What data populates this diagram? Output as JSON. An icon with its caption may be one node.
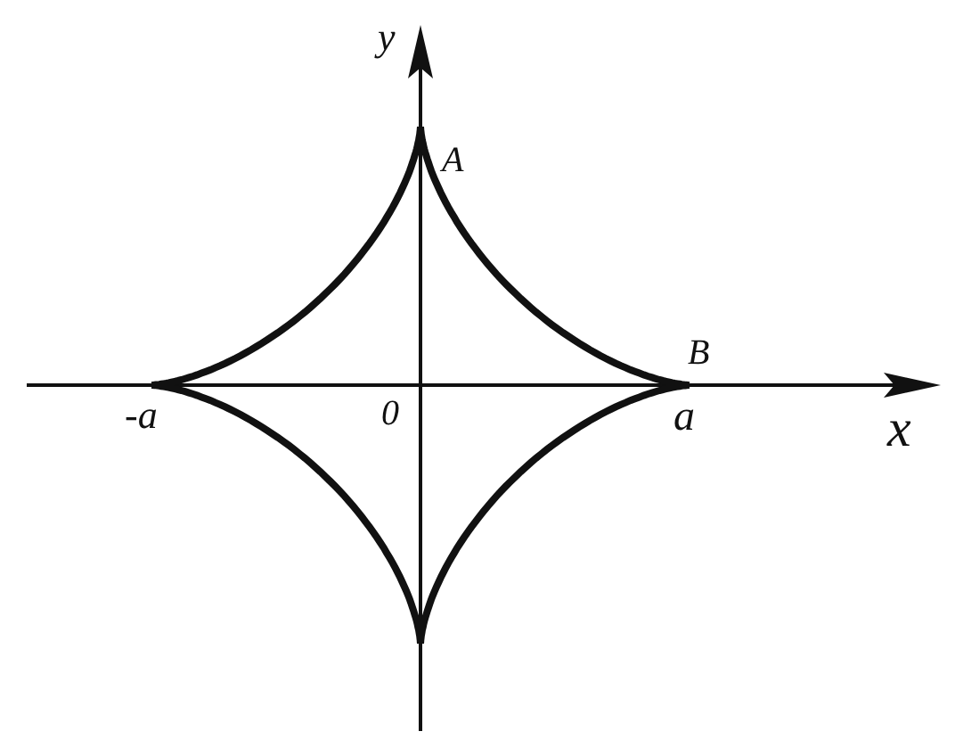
{
  "diagram": {
    "labels": [
      "y",
      "A",
      "-a",
      "0",
      "B",
      "a",
      "x"
    ]
  }
}
